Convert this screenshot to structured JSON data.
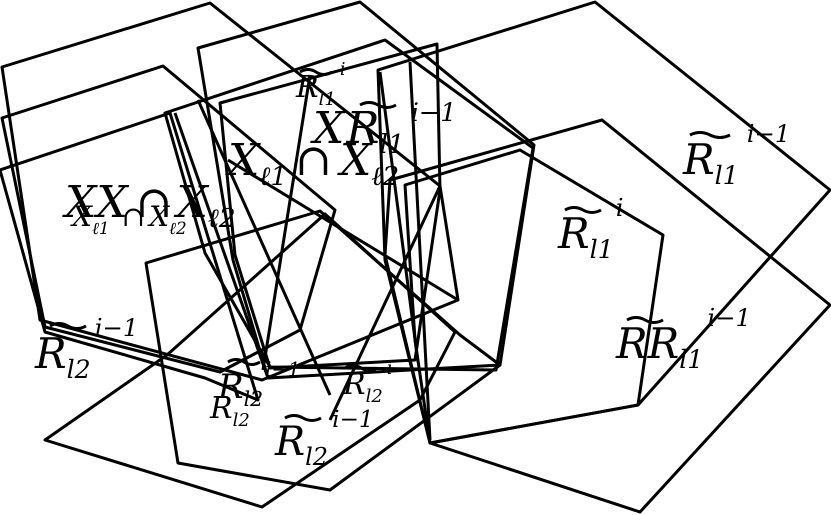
{
  "diagram": {
    "labels": {
      "x_top": "X",
      "r_top_tilde": "R",
      "r_top_sub": "l1",
      "r_top_sup": "i",
      "x_top_intersection": "X",
      "x_top_intersection_sub": "ℓ1",
      "cap_top": "∩",
      "x_top_second": "X",
      "x_top_second_sub": "ℓ2",
      "r_top_right": "R",
      "r_top_right_sub": "l1",
      "r_top_right_sup": "i−1",
      "x_left": "XX",
      "cap_left": "∩",
      "x_left_second": "X",
      "x_left_second_sub": "ℓ2",
      "x_left_small": "X",
      "x_left_small_sub": "ℓ1",
      "cap_left_small": "∩",
      "x_left_small_second": "X",
      "x_left_small_second_sub": "ℓ2",
      "r_right_top": "R",
      "r_right_top_sub": "l1",
      "r_right_top_sup": "i−1",
      "r_right_mid": "R",
      "r_right_mid_sub": "l1",
      "r_right_mid_sup": "i",
      "r_right_bottom": "RR",
      "r_right_bottom_sub": "l1",
      "r_right_bottom_sup": "i−1",
      "r_left": "R",
      "r_left_sub": "l2",
      "r_left_sup": "i−1",
      "r_bottom_a": "R",
      "r_bottom_a_sub": "l2",
      "r_bottom_a_sup": "i−1",
      "r_bottom_b": "R",
      "r_bottom_b_sub": "l2",
      "r_bottom_b_sup": "i",
      "r_bottom_c": "R",
      "r_bottom_c_sub": "l2",
      "r_bottom_c_sup": "i−1"
    }
  }
}
